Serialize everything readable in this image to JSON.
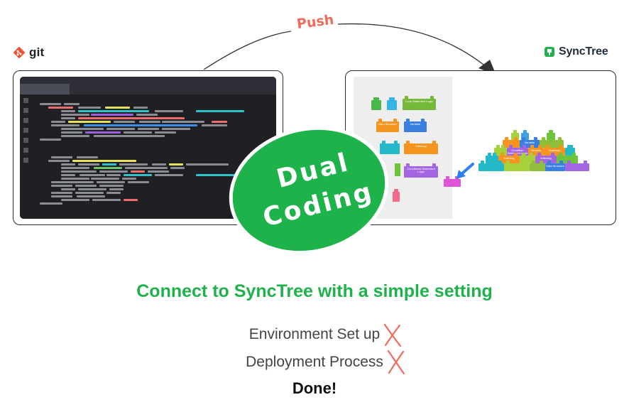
{
  "push": {
    "label": "Push"
  },
  "git": {
    "name": "git",
    "brand_color": "#f05133"
  },
  "synctree": {
    "name": "SyncTree",
    "brand_color": "#1db24a"
  },
  "badge": {
    "line1": "Dual",
    "line2": "Coding",
    "color": "#1db24a"
  },
  "palette_blocks": [
    {
      "label": "Loop Statement Logic"
    },
    {
      "label": "Data Structure"
    },
    {
      "label": "Variable"
    },
    {
      "label": "Gateway"
    },
    {
      "label": "Conditional Statement Logic"
    }
  ],
  "stack_blocks": [
    {
      "label": "Variable"
    },
    {
      "label": "Condition Statement Logic"
    },
    {
      "label": "Variable"
    },
    {
      "label": "Gateway"
    },
    {
      "label": "Indexing"
    },
    {
      "label": "Indexing"
    },
    {
      "label": "Data Structure"
    }
  ],
  "headline": "Connect to SyncTree with a simple setting",
  "requirements": [
    {
      "text": "Environment Set up"
    },
    {
      "text": "Deployment Process"
    }
  ],
  "done": "Done!",
  "colors": {
    "headline": "#1db24a",
    "cross": "#ef6b5c",
    "push": "#ef6b5c"
  }
}
